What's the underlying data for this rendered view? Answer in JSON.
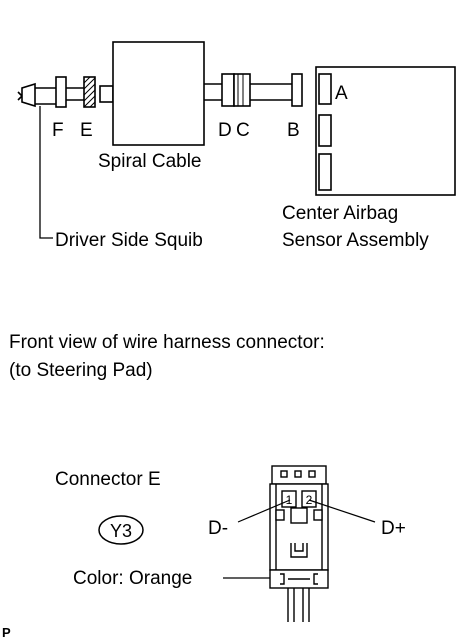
{
  "diagram": {
    "connector_labels": {
      "f": "F",
      "e": "E",
      "d": "D",
      "c": "C",
      "b": "B",
      "a": "A"
    },
    "spiral_cable": "Spiral Cable",
    "center_airbag_line1": "Center Airbag",
    "center_airbag_line2": "Sensor Assembly",
    "driver_side_squib": "Driver Side Squib"
  },
  "front_view": {
    "line1": "Front view of wire harness connector:",
    "line2": "(to Steering Pad)"
  },
  "connector_detail": {
    "title": "Connector E",
    "code": "Y3",
    "color": "Color: Orange",
    "pin1": "1",
    "pin2": "2",
    "d_minus": "D-",
    "d_plus": "D+"
  },
  "footer": {
    "mark": "P"
  }
}
